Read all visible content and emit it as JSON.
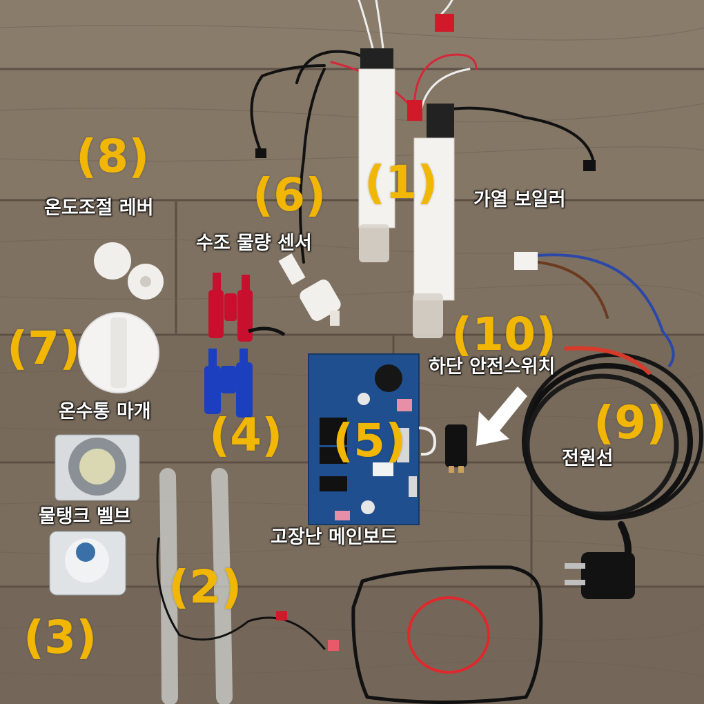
{
  "parts": [
    {
      "number": "(1)",
      "label": "가열 보일러"
    },
    {
      "number": "(2)",
      "label": ""
    },
    {
      "number": "(3)",
      "label": "물탱크 벨브"
    },
    {
      "number": "(4)",
      "label": ""
    },
    {
      "number": "(5)",
      "label": "고장난 메인보드"
    },
    {
      "number": "(6)",
      "label": "수조 물량 센서"
    },
    {
      "number": "(7)",
      "label": "온수통 마개"
    },
    {
      "number": "(8)",
      "label": "온도조절 레버"
    },
    {
      "number": "(9)",
      "label": "전원선"
    },
    {
      "number": "(10)",
      "label": "하단 안전스위치"
    }
  ],
  "colors": {
    "number_text": "#f2b705",
    "label_text": "#ffffff",
    "floor_wood": "#7d6f60",
    "heater_body": "#f4f2ee",
    "board_pcb": "#1f4f8f",
    "valve_red": "#c8102e",
    "valve_blue": "#1c3fbf",
    "gasket_red": "#e0282c",
    "gasket_black": "#111111"
  }
}
